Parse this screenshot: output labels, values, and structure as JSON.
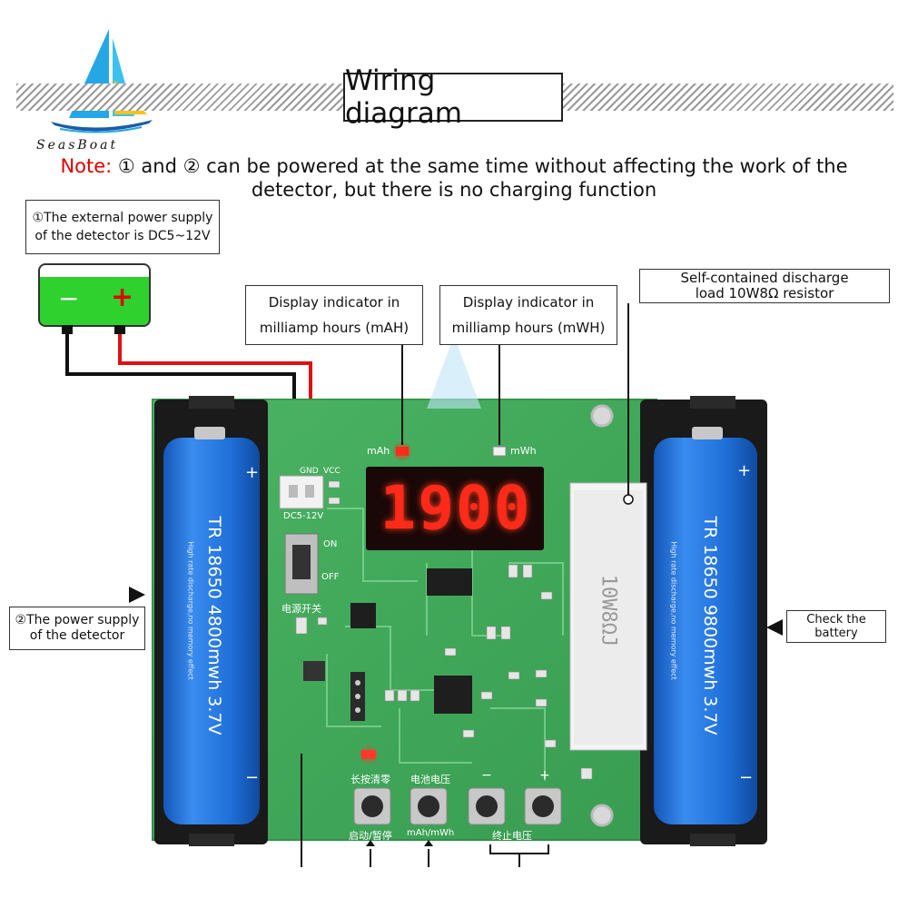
{
  "brand": {
    "name": "SeasBoat"
  },
  "header": {
    "title": "Wiring diagram"
  },
  "note": {
    "prefix": "Note:",
    "line1": " ① and ② can be powered at the same time without affecting the work of the",
    "line2": "detector, but there is no charging function"
  },
  "labels": {
    "external_power": [
      "①The external power supply",
      "of the detector is DC5~12V"
    ],
    "mah_indicator": [
      "Display indicator in",
      "milliamp hours (mAH)"
    ],
    "mwh_indicator": [
      "Display indicator in",
      "milliamp hours (mWH)"
    ],
    "resistor": [
      "Self-contained discharge",
      "load 10W8Ω resistor"
    ],
    "power_supply": [
      "②The power supply",
      "of the detector"
    ],
    "check_battery": [
      "Check the",
      "battery"
    ]
  },
  "external_battery": {
    "minus": "−",
    "plus": "+"
  },
  "board": {
    "display_value": "1900",
    "mah_text": "mAh",
    "mwh_text": "mWh",
    "connector_label": "DC5-12V",
    "gnd": "GND",
    "vcc": "VCC",
    "on": "ON",
    "off": "OFF",
    "power_switch_cn": "电源开关",
    "long_press_cn": "长按清零",
    "battery_voltage_cn": "电池电压",
    "minus": "−",
    "plus": "+",
    "start_pause_cn": "启动/暂停",
    "mah_mwh_btn": "mAh/mWh",
    "end_voltage_cn": "终止电压",
    "resistor_print": "10W8ΩJ"
  },
  "left_cell": {
    "text": "TR 18650 4800mwh 3.7V",
    "small": "High rate discharge,no memory effect",
    "plus": "+",
    "minus": "−"
  },
  "right_cell": {
    "text": "TR 18650 9800mwh 3.7V",
    "small": "High rate discharge,no memory effect",
    "plus": "+",
    "minus": "−"
  },
  "colors": {
    "pcb": "#3faa5a",
    "cell": "#1f6fd8",
    "led": "#ff2a1a",
    "battery_green": "#2fd12f",
    "wire_red": "#e01010"
  }
}
